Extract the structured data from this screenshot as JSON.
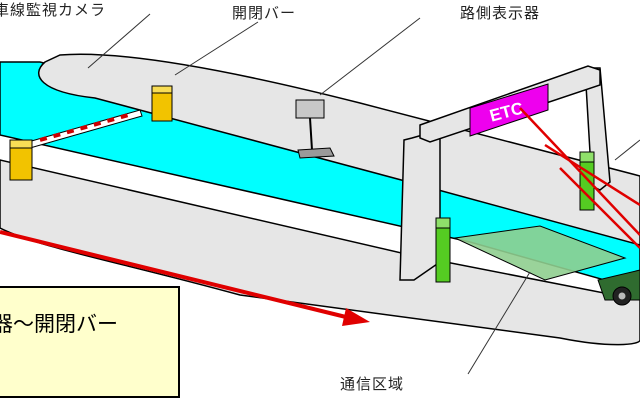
{
  "labels": {
    "camera": "車線監視カメラ",
    "gate_bar": "開閉バー",
    "roadside_display": "路側表示器",
    "communication_area": "通信区域"
  },
  "gantry_sign": "ETC",
  "note_box": {
    "text": "器～開閉バー"
  },
  "colors": {
    "lane": "#00ffff",
    "island": "#e6e6e6",
    "gantry_sign": "#ee00ee",
    "comm_area": "#8fce8f",
    "antenna_green": "#55cc22",
    "gate_box": "#f2c300",
    "arrow_red": "#e00000",
    "note_bg": "#ffffcc"
  }
}
